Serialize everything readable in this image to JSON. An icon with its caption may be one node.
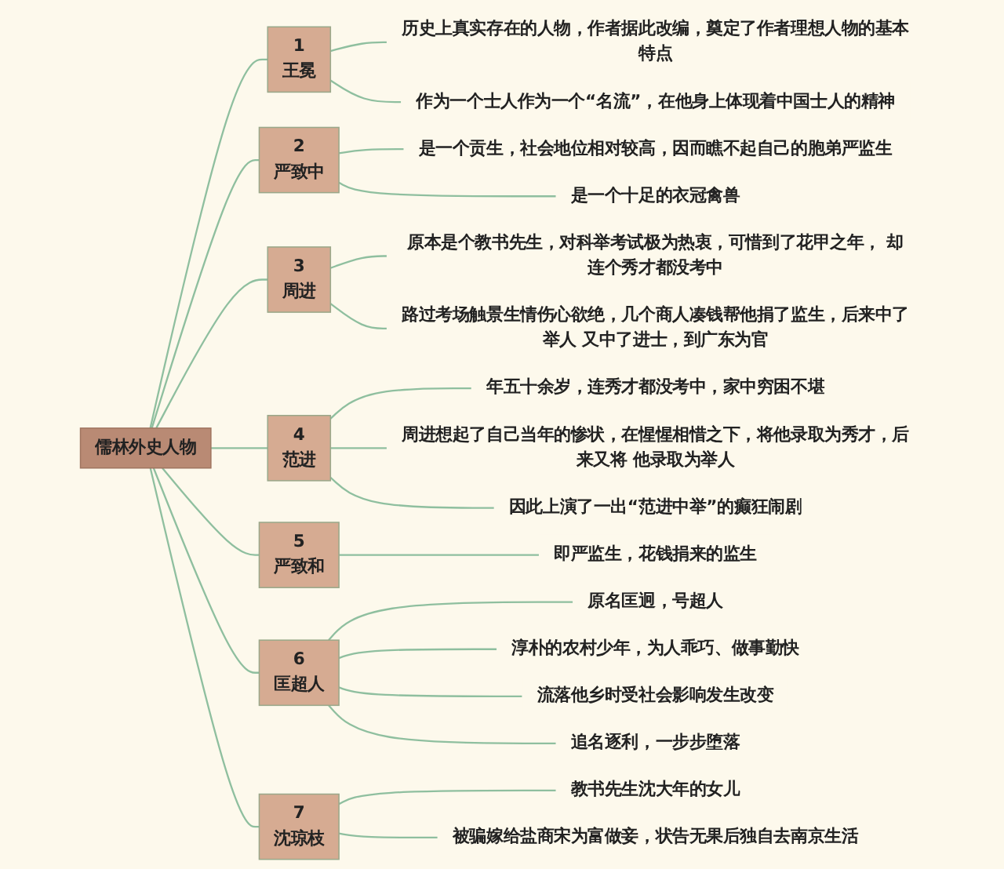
{
  "diagram": {
    "nodes": [
      {
        "text": [
          "儒林外史人物"
        ]
      },
      {
        "text": [
          "1",
          "王冕"
        ]
      },
      {
        "text": [
          "历史上真实存在的人物，作者据此改编，奠定了作者理想人物的基本特点"
        ]
      },
      {
        "text": [
          "作为一个士人作为一个“名流”，在他身上体现着中国士人的精神"
        ]
      },
      {
        "text": [
          "2",
          "严致中"
        ]
      },
      {
        "text": [
          "是一个贡生，社会地位相对较高，因而瞧不起自己的胞弟严监生"
        ]
      },
      {
        "text": [
          "是一个十足的衣冠禽兽"
        ]
      },
      {
        "text": [
          "3",
          "周进"
        ]
      },
      {
        "text": [
          "原本是个教书先生，对科举考试极为热衷，可惜到了花甲之年， 却连个秀才都没考中"
        ]
      },
      {
        "text": [
          "路过考场触景生情伤心欲绝，几个商人凑钱帮他捐了监生，后来中了举人 又中了进士，到广东为官"
        ]
      },
      {
        "text": [
          "4",
          "范进"
        ]
      },
      {
        "text": [
          "年五十余岁，连秀才都没考中，家中穷困不堪"
        ]
      },
      {
        "text": [
          "周进想起了自己当年的惨状，在惺惺相惜之下，将他录取为秀才，后来又将 他录取为举人"
        ]
      },
      {
        "text": [
          "因此上演了一出“范进中举”的癫狂闹剧"
        ]
      },
      {
        "text": [
          "5",
          "严致和"
        ]
      },
      {
        "text": [
          "即严监生，花钱捐来的监生"
        ]
      },
      {
        "text": [
          "6",
          "匡超人"
        ]
      },
      {
        "text": [
          "原名匡迥，号超人"
        ]
      },
      {
        "text": [
          "淳朴的农村少年，为人乖巧、做事勤快"
        ]
      },
      {
        "text": [
          "流落他乡时受社会影响发生改变"
        ]
      },
      {
        "text": [
          "追名逐利，一步步堕落"
        ]
      },
      {
        "text": [
          "7",
          "沈琼枝"
        ]
      },
      {
        "text": [
          "教书先生沈大年的女儿"
        ]
      },
      {
        "text": [
          "被骗嫁给盐商宋为富做妾，状告无果后独自去南京生活"
        ]
      }
    ],
    "edges": [
      {
        "from": 0,
        "to": 1,
        "arrow": "none"
      },
      {
        "from": 1,
        "to": 2,
        "arrow": "none"
      },
      {
        "from": 1,
        "to": 3,
        "arrow": "none"
      },
      {
        "from": 0,
        "to": 4,
        "arrow": "none"
      },
      {
        "from": 4,
        "to": 5,
        "arrow": "none"
      },
      {
        "from": 4,
        "to": 6,
        "arrow": "none"
      },
      {
        "from": 0,
        "to": 7,
        "arrow": "none"
      },
      {
        "from": 7,
        "to": 8,
        "arrow": "none"
      },
      {
        "from": 7,
        "to": 9,
        "arrow": "none"
      },
      {
        "from": 0,
        "to": 10,
        "arrow": "none"
      },
      {
        "from": 10,
        "to": 11,
        "arrow": "none"
      },
      {
        "from": 10,
        "to": 12,
        "arrow": "none"
      },
      {
        "from": 10,
        "to": 13,
        "arrow": "none"
      },
      {
        "from": 0,
        "to": 14,
        "arrow": "none"
      },
      {
        "from": 14,
        "to": 15,
        "arrow": "none"
      },
      {
        "from": 0,
        "to": 16,
        "arrow": "none"
      },
      {
        "from": 16,
        "to": 17,
        "arrow": "none"
      },
      {
        "from": 16,
        "to": 18,
        "arrow": "none"
      },
      {
        "from": 16,
        "to": 19,
        "arrow": "none"
      },
      {
        "from": 16,
        "to": 20,
        "arrow": "none"
      },
      {
        "from": 0,
        "to": 21,
        "arrow": "none"
      },
      {
        "from": 21,
        "to": 22,
        "arrow": "none"
      },
      {
        "from": 21,
        "to": 23,
        "arrow": "none"
      }
    ]
  }
}
